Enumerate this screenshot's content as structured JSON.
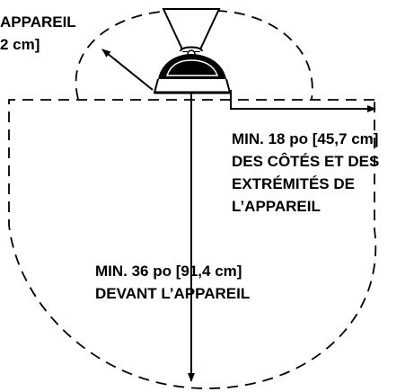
{
  "colors": {
    "line": "#000000",
    "background": "#ffffff",
    "heater_highlight": "#ffffff"
  },
  "icons": {
    "appliance": "overhead-heater-icon"
  },
  "labels": {
    "top_left": {
      "line1": "APPAREIL",
      "line2": "2 cm]"
    },
    "sides": {
      "line1": "MIN. 18 po [45,7 cm]",
      "line2": "DES CÔTÉS ET DES",
      "line3": "EXTRÉMITÉS DE",
      "line4": "L’APPAREIL"
    },
    "front": {
      "line1": "MIN. 36 po [91,4 cm]",
      "line2": "DEVANT L’APPAREIL"
    }
  }
}
